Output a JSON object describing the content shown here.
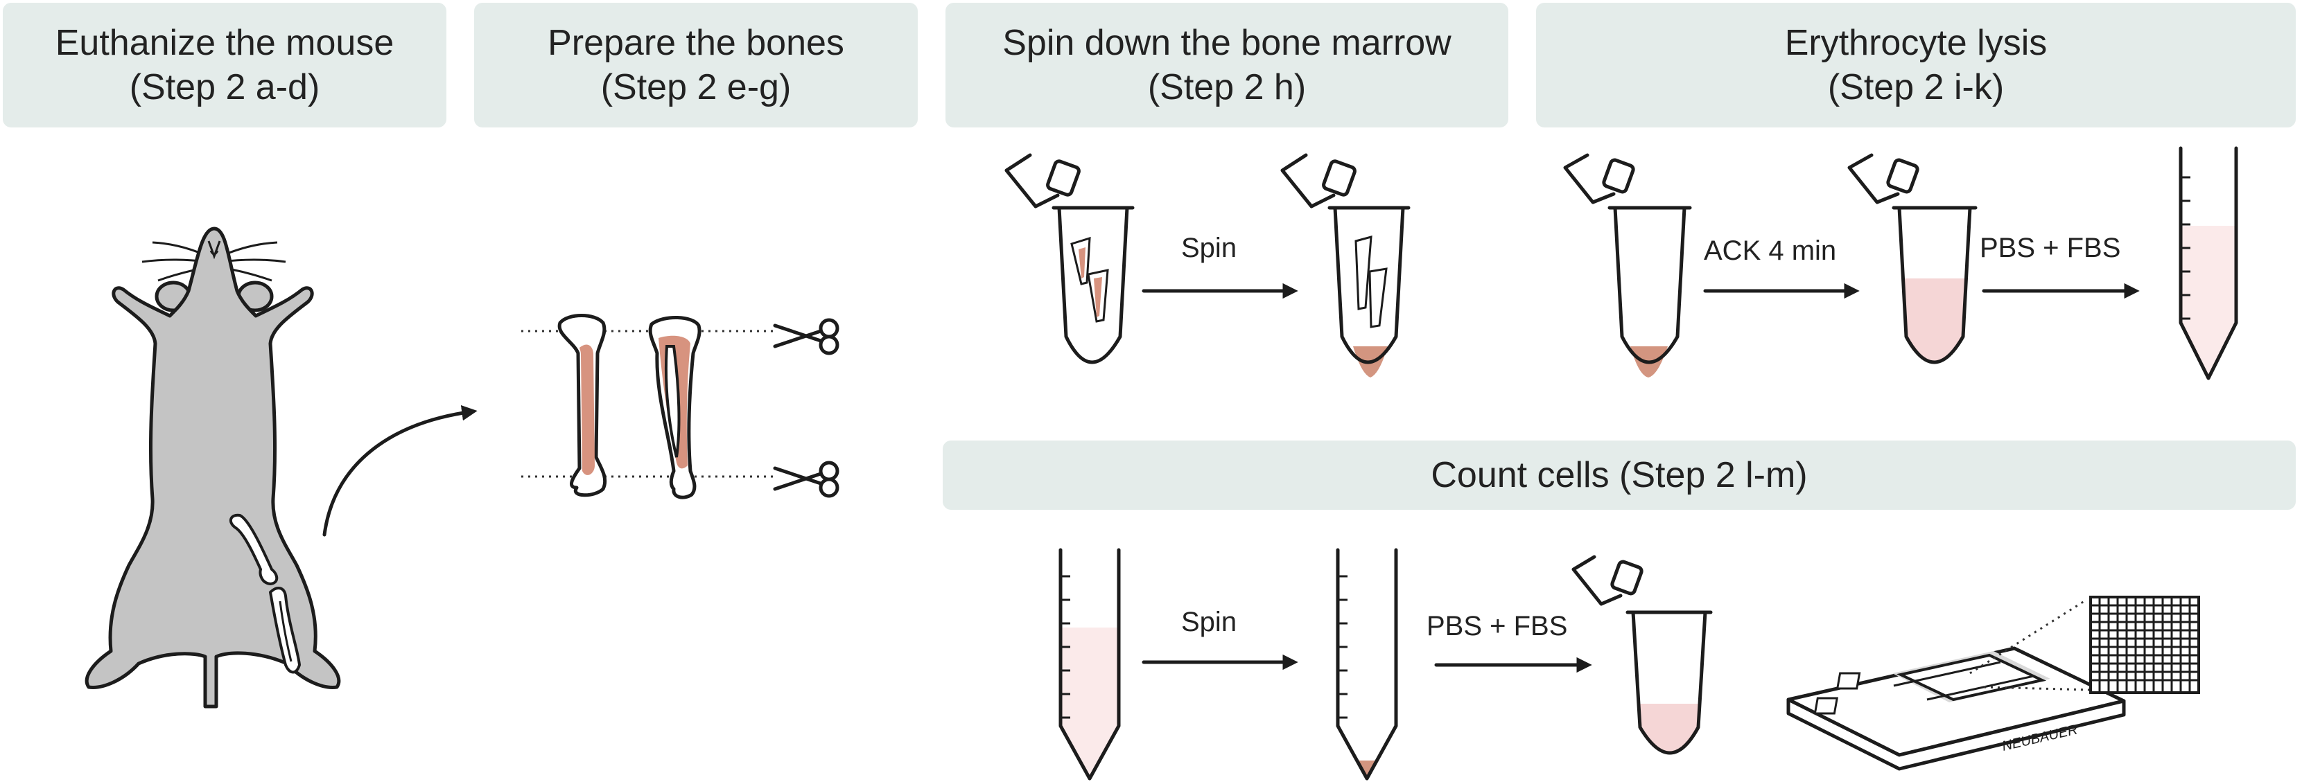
{
  "headers": {
    "euthanize": {
      "line1": "Euthanize the mouse",
      "line2": "(Step 2 a-d)"
    },
    "prepare": {
      "line1": "Prepare the bones",
      "line2": "(Step 2 e-g)"
    },
    "spin_marrow": {
      "line1": "Spin down the bone marrow",
      "line2": "(Step 2 h)"
    },
    "lysis": {
      "line1": "Erythrocyte lysis",
      "line2": "(Step 2 i-k)"
    },
    "count": {
      "line1": "Count cells (Step 2 l-m)"
    }
  },
  "labels": {
    "spin_1": "Spin",
    "ack": "ACK 4 min",
    "pbs_fbs_1": "PBS + FBS",
    "spin_2": "Spin",
    "pbs_fbs_2": "PBS + FBS",
    "neubauer": "NEUBAUER"
  },
  "colors": {
    "header_bg": "#e4ecea",
    "mouse_gray": "#c4c4c4",
    "bone_marrow": "#d7937f",
    "pellet": "#d39580",
    "light_pink": "#fbeaea",
    "lysed_pink": "#f5d6d6"
  }
}
